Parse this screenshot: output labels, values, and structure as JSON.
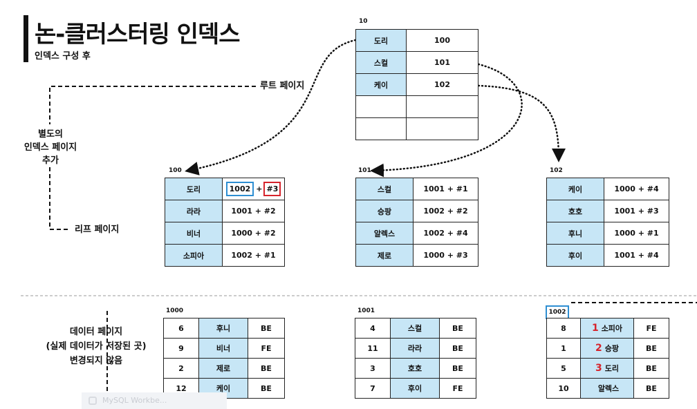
{
  "title": "논-클러스터링 인덱스",
  "subtitle": "인덱스 구성 후",
  "labels": {
    "root_page": "루트 페이지",
    "separate_index_page": [
      "별도의",
      "인덱스 페이지",
      "추가"
    ],
    "leaf_page": "리프 페이지",
    "data_page": [
      "데이터 페이지",
      "(실제 데이터가 저장된 곳)",
      "변경되지 않음"
    ]
  },
  "root": {
    "id": "10",
    "rows": [
      {
        "key": "도리",
        "val": "100"
      },
      {
        "key": "스컬",
        "val": "101"
      },
      {
        "key": "케이",
        "val": "102"
      },
      {
        "key": "",
        "val": ""
      },
      {
        "key": "",
        "val": ""
      }
    ]
  },
  "leaf_pages": [
    {
      "id": "100",
      "rows": [
        {
          "key": "도리",
          "val": "1002 + #3",
          "val_a": "1002",
          "val_sep": "+",
          "val_b": "#3"
        },
        {
          "key": "라라",
          "val": "1001 + #2"
        },
        {
          "key": "비너",
          "val": "1000 + #2"
        },
        {
          "key": "소피아",
          "val": "1002 + #1"
        }
      ]
    },
    {
      "id": "101",
      "rows": [
        {
          "key": "스컬",
          "val": "1001 + #1"
        },
        {
          "key": "승팡",
          "val": "1002 + #2"
        },
        {
          "key": "알렉스",
          "val": "1002 + #4"
        },
        {
          "key": "제로",
          "val": "1000 + #3"
        }
      ]
    },
    {
      "id": "102",
      "rows": [
        {
          "key": "케이",
          "val": "1000 + #4"
        },
        {
          "key": "호호",
          "val": "1001 + #3"
        },
        {
          "key": "후니",
          "val": "1000 + #1"
        },
        {
          "key": "후이",
          "val": "1001 + #4"
        }
      ]
    }
  ],
  "data_pages": [
    {
      "id": "1000",
      "rows": [
        {
          "num": "6",
          "name": "후니",
          "code": "BE"
        },
        {
          "num": "9",
          "name": "비너",
          "code": "FE"
        },
        {
          "num": "2",
          "name": "제로",
          "code": "BE"
        },
        {
          "num": "12",
          "name": "케이",
          "code": "BE"
        }
      ]
    },
    {
      "id": "1001",
      "rows": [
        {
          "num": "4",
          "name": "스컬",
          "code": "BE"
        },
        {
          "num": "11",
          "name": "라라",
          "code": "BE"
        },
        {
          "num": "3",
          "name": "호호",
          "code": "BE"
        },
        {
          "num": "7",
          "name": "후이",
          "code": "FE"
        }
      ]
    },
    {
      "id": "1002",
      "rows": [
        {
          "num": "8",
          "mark": "1",
          "name": "소피아",
          "code": "FE"
        },
        {
          "num": "1",
          "mark": "2",
          "name": "승팡",
          "code": "BE"
        },
        {
          "num": "5",
          "mark": "3",
          "name": "도리",
          "code": "BE"
        },
        {
          "num": "10",
          "mark": "",
          "name": "알렉스",
          "code": "BE"
        }
      ]
    }
  ],
  "watermark": "MySQL Workbe...",
  "colors": {
    "key_fill": "#c7e6f6",
    "blue_highlight": "#2d8ed2",
    "red_highlight": "#d6232b"
  }
}
